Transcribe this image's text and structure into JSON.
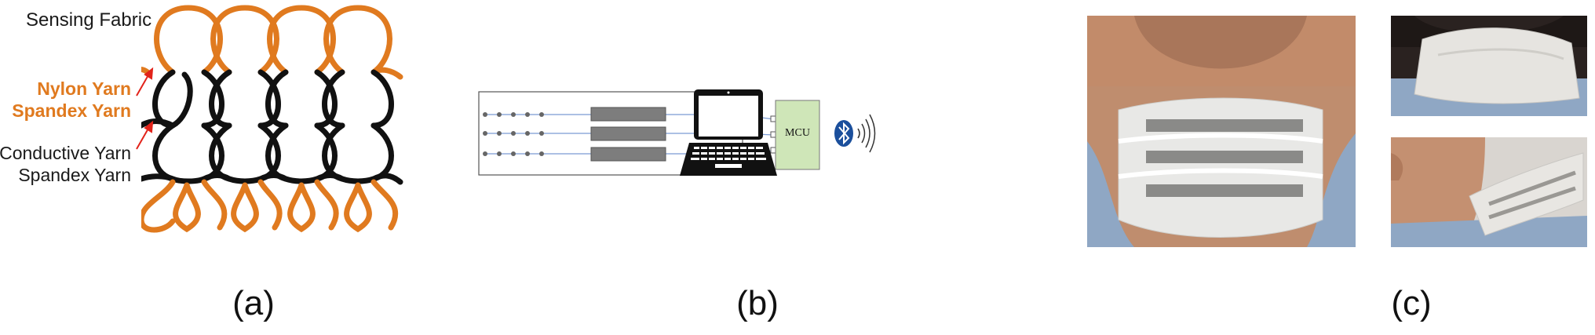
{
  "panel_a": {
    "title": "Sensing Fabric",
    "nylon_yarn": "Nylon Yarn",
    "spandex_yarn_1": "Spandex Yarn",
    "conductive_yarn": "Conductive Yarn",
    "spandex_yarn_2": "Spandex Yarn",
    "label": "(a)"
  },
  "panel_b": {
    "mcu_label": "MCU",
    "label": "(b)"
  },
  "panel_c": {
    "label": "(c)"
  },
  "colors": {
    "orange_yarn": "#e07a1f",
    "black_yarn": "#111111",
    "arrow_red": "#e2231a",
    "mcu_fill": "#cfe6b8",
    "bluetooth_blue": "#1b4f9c",
    "skin": "#c98f6e",
    "shirt": "#8fa7c4"
  }
}
